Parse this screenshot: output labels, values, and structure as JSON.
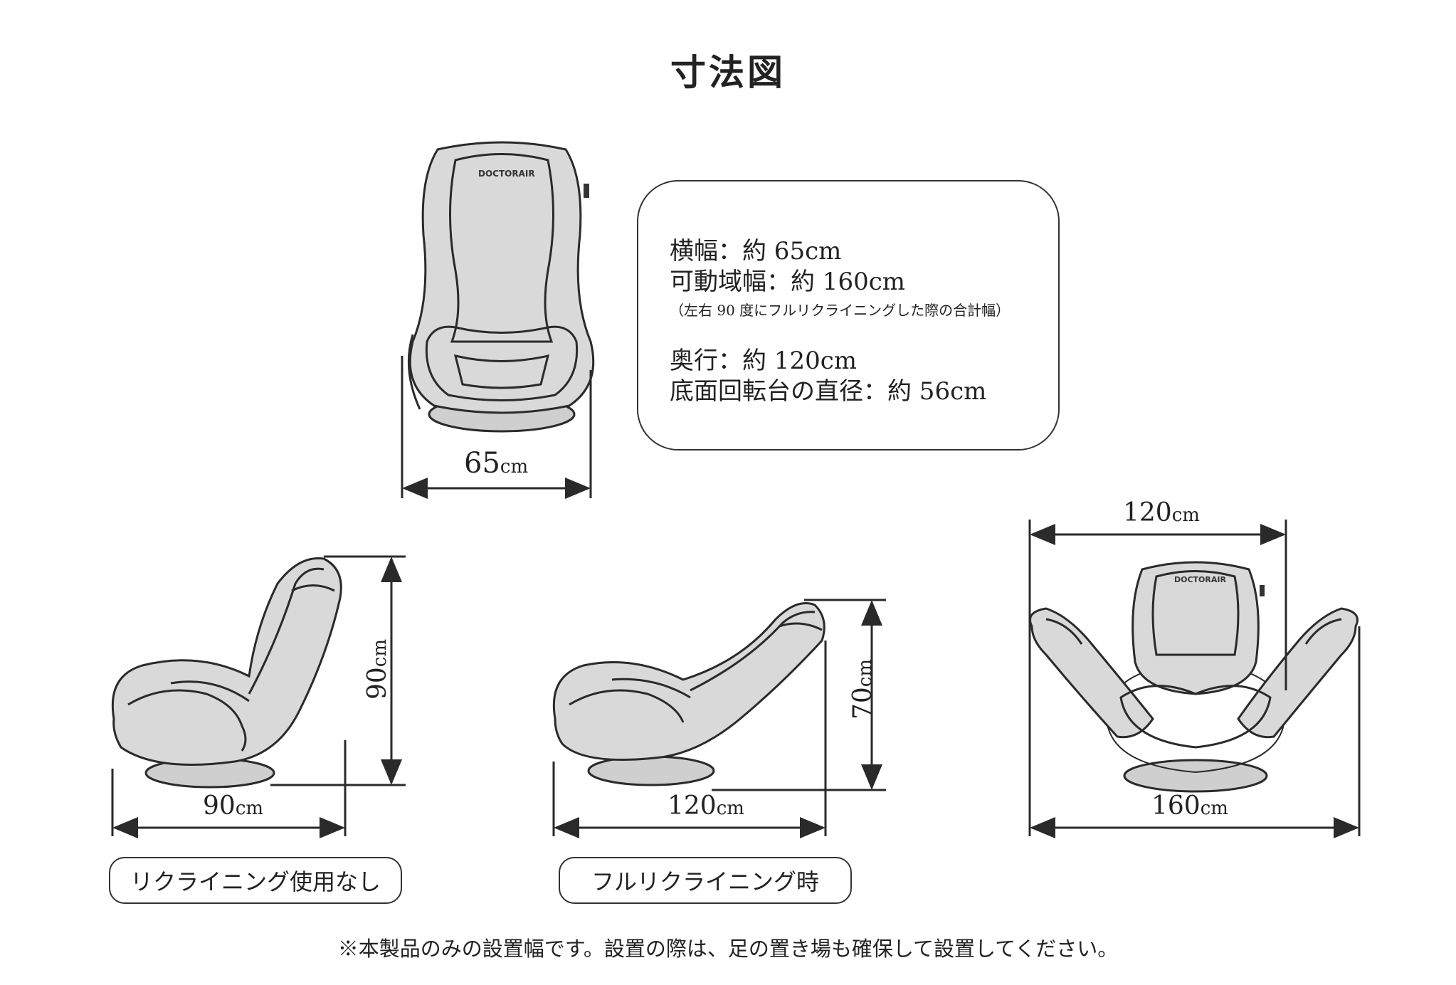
{
  "title": "寸法図",
  "specs": {
    "width": "横幅：約 65cm",
    "range": "可動域幅：約 160cm",
    "range_note": "（左右 90 度にフルリクライニングした際の合計幅）",
    "depth": "奥行：約 120cm",
    "base_diameter": "底面回転台の直径：約 56cm"
  },
  "logo_text": "DOCTORAIR",
  "dimensions": {
    "front_width": {
      "value": "65",
      "unit": "cm"
    },
    "side_upright_width": {
      "value": "90",
      "unit": "cm"
    },
    "side_upright_height": {
      "value": "90",
      "unit": "cm"
    },
    "side_recline_width": {
      "value": "120",
      "unit": "cm"
    },
    "side_recline_height": {
      "value": "70",
      "unit": "cm"
    },
    "rotate_depth": {
      "value": "120",
      "unit": "cm"
    },
    "rotate_width": {
      "value": "160",
      "unit": "cm"
    }
  },
  "labels": {
    "no_recline": "リクライニング使用なし",
    "full_recline": "フルリクライニング時"
  },
  "footnote": "※本製品のみの設置幅です。設置の際は、足の置き場も確保して設置してください。"
}
